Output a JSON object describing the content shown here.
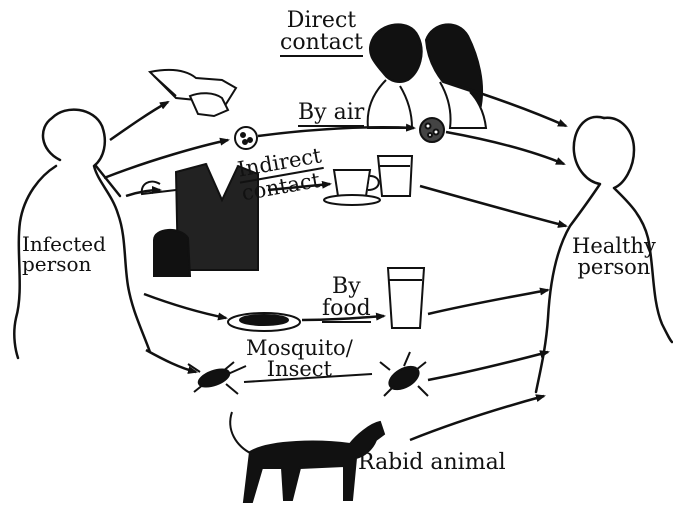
{
  "labels": {
    "direct_contact": [
      "Direct",
      "contact"
    ],
    "by_air": "By air",
    "indirect_contact": [
      "Indirect",
      "contact"
    ],
    "by_food": [
      "By",
      "food"
    ],
    "mosquito_insect": [
      "Mosquito/",
      "Insect"
    ],
    "rabid_animal": "Rabid animal",
    "infected_person": [
      "Infected",
      "person"
    ],
    "healthy_person": [
      "Healthy",
      "person"
    ]
  },
  "colors": {
    "ink": "#111111",
    "paper": "#ffffff"
  }
}
